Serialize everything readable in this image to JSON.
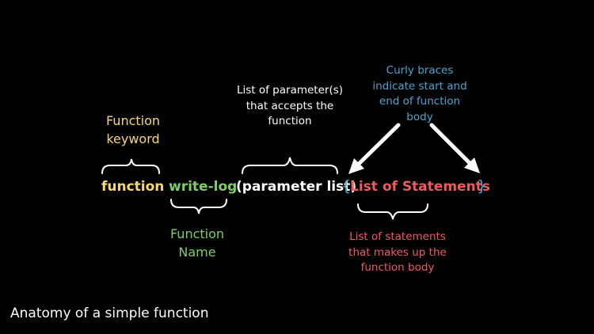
{
  "colors": {
    "background": "#000000",
    "keyword": "#f7d774",
    "name": "#7ccf63",
    "params": "#ffffff",
    "braces": "#4aa5d1",
    "statements": "#ee5c5c"
  },
  "annotations": {
    "function_keyword": [
      "Function",
      "keyword"
    ],
    "parameter_list": [
      "List of parameter(s)",
      "that accepts the",
      "function"
    ],
    "curly_braces": [
      "Curly braces",
      "indicate start and",
      "end of function",
      "body"
    ],
    "function_name": [
      "Function",
      "Name"
    ],
    "statements": [
      "List of statements",
      "that makes up the",
      "function body"
    ]
  },
  "code": {
    "keyword": "function",
    "name": "write-log",
    "params": "(parameter list)",
    "open_brace": "{",
    "statements": "List of Statements",
    "close_brace": "}"
  },
  "caption": "Anatomy of a simple function"
}
